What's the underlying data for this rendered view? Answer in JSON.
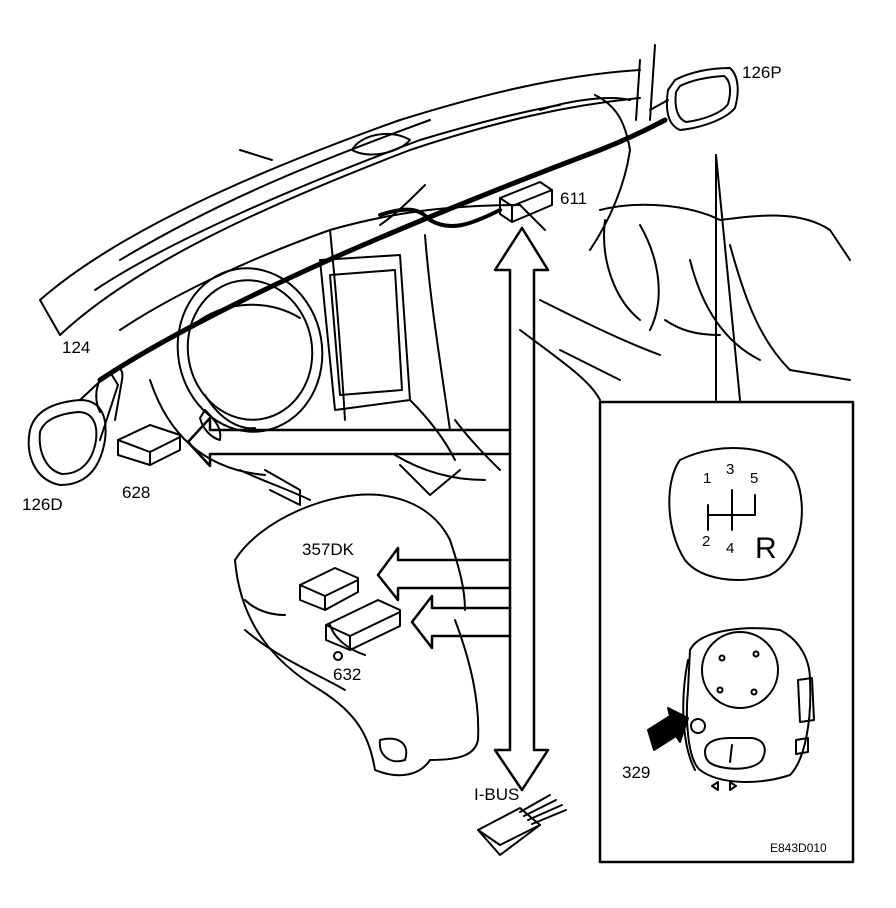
{
  "labels": {
    "mirror_right": "126P",
    "module_top": "611",
    "switch_dash": "124",
    "mirror_left": "126D",
    "module_left": "628",
    "seat_module_upper": "357DK",
    "seat_module_lower": "632",
    "bus": "I-BUS",
    "mirror_switch": "329",
    "figure_code": "E843D010"
  },
  "gear_pattern": {
    "g1": "1",
    "g2": "2",
    "g3": "3",
    "g4": "4",
    "g5": "5",
    "reverse": "R"
  }
}
